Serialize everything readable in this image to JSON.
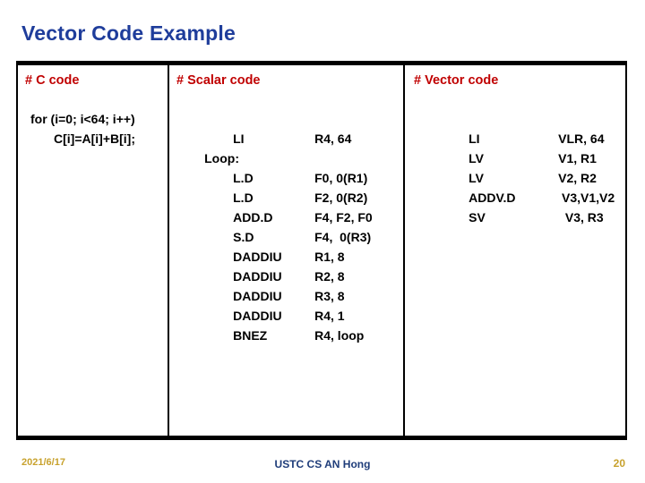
{
  "slide": {
    "title": "Vector Code Example",
    "title_color": "#1F3D9B",
    "header_color": "#C00000",
    "footer_accent_color": "#C8A22E",
    "footer_center_color": "#1F3D7A"
  },
  "table": {
    "columns": [
      {
        "key": "c",
        "header": "# C code",
        "lines": [
          {
            "text": "for (i=0; i<64; i++)",
            "indent": false
          },
          {
            "text": "C[i]=A[i]+B[i];",
            "indent": true
          }
        ]
      },
      {
        "key": "scalar",
        "header": "# Scalar code",
        "lines": [
          {
            "op": "LI",
            "args": "R4, 64",
            "label": false
          },
          {
            "op": "Loop:",
            "args": "",
            "label": true
          },
          {
            "op": "L.D",
            "args": "F0, 0(R1)",
            "label": false
          },
          {
            "op": "L.D",
            "args": "F2, 0(R2)",
            "label": false
          },
          {
            "op": "ADD.D",
            "args": "F4, F2, F0",
            "label": false
          },
          {
            "op": "S.D",
            "args": "F4,  0(R3)",
            "label": false
          },
          {
            "op": "DADDIU",
            "args": "R1, 8",
            "label": false
          },
          {
            "op": "DADDIU",
            "args": "R2, 8",
            "label": false
          },
          {
            "op": "DADDIU",
            "args": "R3, 8",
            "label": false
          },
          {
            "op": "DADDIU",
            "args": "R4, 1",
            "label": false
          },
          {
            "op": "BNEZ",
            "args": "R4, loop",
            "label": false
          }
        ]
      },
      {
        "key": "vector",
        "header": "# Vector code",
        "lines": [
          {
            "op": "LI",
            "args": "VLR, 64",
            "label": false
          },
          {
            "op": "LV",
            "args": "V1, R1",
            "label": false
          },
          {
            "op": "LV",
            "args": "V2, R2",
            "label": false
          },
          {
            "op": "ADDV.D",
            "args": " V3,V1,V2",
            "label": false
          },
          {
            "op": "SV",
            "args": "  V3, R3",
            "label": false
          }
        ]
      }
    ]
  },
  "footer": {
    "date": "2021/6/17",
    "center": "USTC CS AN Hong",
    "page": "20"
  }
}
